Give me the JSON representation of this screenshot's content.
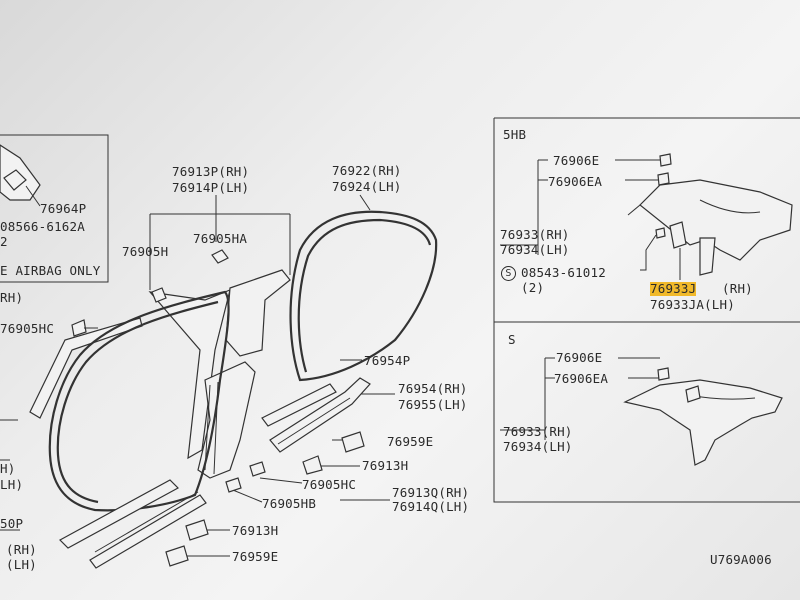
{
  "diagram": {
    "figure_code": "U769A006",
    "sections": {
      "hb": "5HB",
      "s": "S"
    },
    "left_panel": {
      "p1": "76964P",
      "p2": "08566-6162A",
      "p3": "2",
      "note": "E AIRBAG ONLY",
      "p4": "RH)",
      "p5": "76905HC",
      "p6": "H)",
      "p7": "LH)",
      "p8": "50P",
      "p9": "(RH)",
      "p10": "(LH)"
    },
    "parts": {
      "a1": "76913P(RH)",
      "a2": "76914P(LH)",
      "a3": "76905HA",
      "a4": "76905H",
      "b1": "76922(RH)",
      "b2": "76924(LH)",
      "c1": "76954P",
      "c2": "76954(RH)",
      "c3": "76955(LH)",
      "c4": "76959E",
      "c5": "76913H",
      "d1": "76905HC",
      "d2": "76905HB",
      "d3": "76913Q(RH)",
      "d4": "76914Q(LH)",
      "e1": "76913H",
      "e2": "76959E"
    },
    "hb_parts": {
      "h1": "76906E",
      "h2": "76906EA",
      "h3": "76933(RH)",
      "h4": "76934(LH)",
      "h5": "S",
      "h6": "08543-61012",
      "h7": "(2)",
      "h8": "76933J",
      "h9": "(RH)",
      "h10": "76933JA(LH)"
    },
    "s_parts": {
      "s1": "76906E",
      "s2": "76906EA",
      "s3": "76933(RH)",
      "s4": "76934(LH)"
    }
  },
  "colors": {
    "highlight": "#f1b92a",
    "ink": "#2a2a2a",
    "paper": "#eeeeee"
  }
}
